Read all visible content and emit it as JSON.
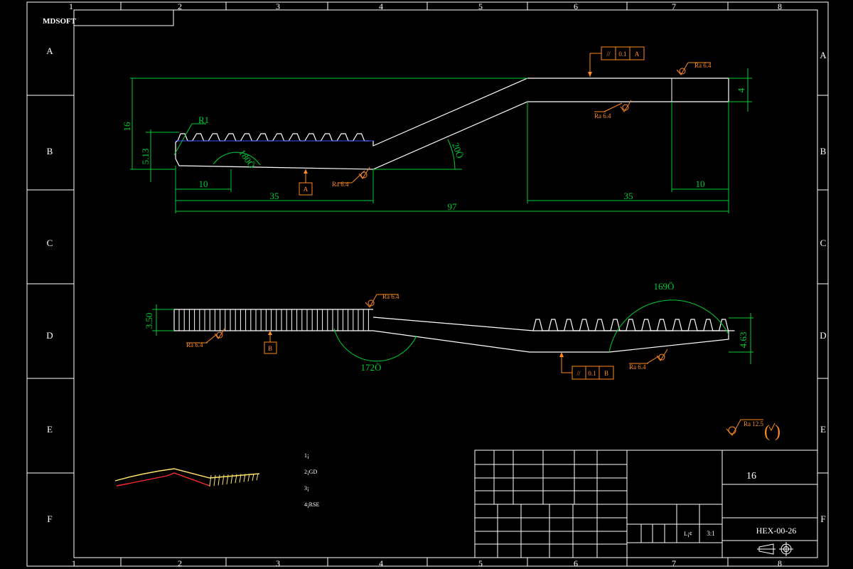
{
  "colors": {
    "background": "#000000",
    "outline": "#ffffff",
    "dimension": "#00cc33",
    "annotation": "#ff8a1e",
    "tooth_hint": "#3355ff",
    "sketch_red": "#ff2a2a",
    "sketch_yellow": "#ffe566"
  },
  "frame": {
    "columns": [
      "1",
      "2",
      "3",
      "4",
      "5",
      "6",
      "7",
      "8"
    ],
    "rows": [
      "A",
      "B",
      "C",
      "D",
      "E",
      "F"
    ],
    "logo_text": "MDSOFT"
  },
  "top_view": {
    "dim_16": "16",
    "dim_5_13": "5.13",
    "dim_R1": "R1",
    "angle_180": "180Ö",
    "angle_20": "20Ö",
    "dim_10_left": "10",
    "dim_35_left": "35",
    "dim_97": "97",
    "dim_35_right": "35",
    "dim_10_right": "10",
    "dim_4": "4",
    "datum_a": "A",
    "ra_bottom": "Ra 6.4",
    "ra_top": "Ra 6.4",
    "ra_right": "Ra 6.4",
    "parallel_symbol": "//",
    "parallel_tol": "0.1",
    "parallel_ref": "A"
  },
  "side_view": {
    "dim_3_50": "3.50",
    "dim_4_63": "4.63",
    "angle_169": "169Ö",
    "angle_172": "172Ö",
    "datum_b": "B",
    "ra_left": "Ra 6.4",
    "ra_middle": "Ra 6.4",
    "ra_right": "Ra 6.4",
    "parallel_symbol": "//",
    "parallel_tol": "0.1",
    "parallel_ref": "B"
  },
  "general_roughness": {
    "ra": "Ra 12.5"
  },
  "notes": [
    "1¡",
    "2¡GD",
    "3¡",
    "4¡RSE"
  ],
  "title_block": {
    "part_count": "16",
    "scale_label": "L¡¢",
    "scale_value": "3:1",
    "drawing_number": "HEX-00-26"
  }
}
